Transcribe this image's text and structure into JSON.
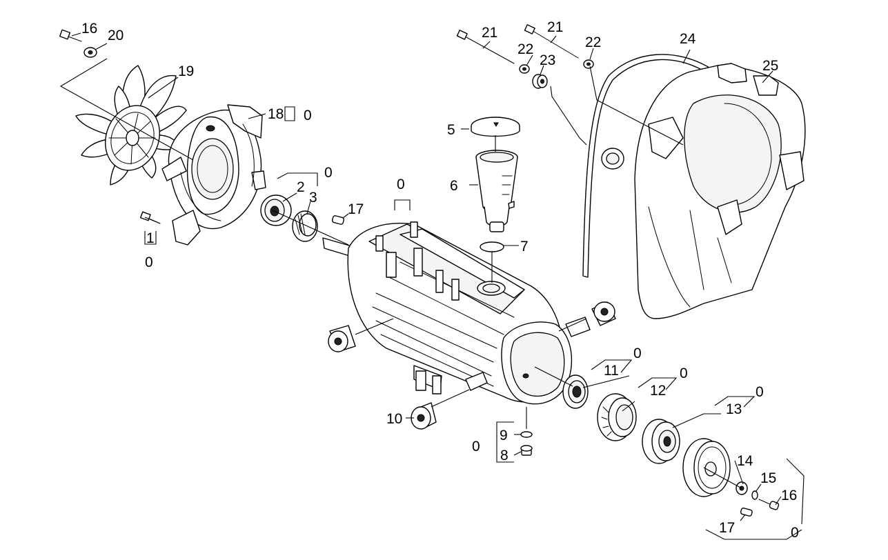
{
  "labels": [
    {
      "id": "l16a",
      "text": "16"
    },
    {
      "id": "l20",
      "text": "20"
    },
    {
      "id": "l19",
      "text": "19"
    },
    {
      "id": "l18",
      "text": "18"
    },
    {
      "id": "l18-0",
      "text": "0"
    },
    {
      "id": "l0-bearing",
      "text": "0"
    },
    {
      "id": "l2",
      "text": "2"
    },
    {
      "id": "l3",
      "text": "3"
    },
    {
      "id": "l17a",
      "text": "17"
    },
    {
      "id": "l1",
      "text": "1"
    },
    {
      "id": "l1-0",
      "text": "0"
    },
    {
      "id": "l0-housing",
      "text": "0"
    },
    {
      "id": "l5",
      "text": "5"
    },
    {
      "id": "l6",
      "text": "6"
    },
    {
      "id": "l7",
      "text": "7"
    },
    {
      "id": "l21a",
      "text": "21"
    },
    {
      "id": "l21b",
      "text": "21"
    },
    {
      "id": "l22a",
      "text": "22"
    },
    {
      "id": "l22b",
      "text": "22"
    },
    {
      "id": "l23",
      "text": "23"
    },
    {
      "id": "l24",
      "text": "24"
    },
    {
      "id": "l25",
      "text": "25"
    },
    {
      "id": "l11",
      "text": "11"
    },
    {
      "id": "l11-0",
      "text": "0"
    },
    {
      "id": "l12",
      "text": "12"
    },
    {
      "id": "l12-0",
      "text": "0"
    },
    {
      "id": "l13",
      "text": "13"
    },
    {
      "id": "l13-0",
      "text": "0"
    },
    {
      "id": "l10",
      "text": "10"
    },
    {
      "id": "l9",
      "text": "9"
    },
    {
      "id": "l8",
      "text": "8"
    },
    {
      "id": "l9-8-0",
      "text": "0"
    },
    {
      "id": "l14",
      "text": "14"
    },
    {
      "id": "l15",
      "text": "15"
    },
    {
      "id": "l16b",
      "text": "16"
    },
    {
      "id": "l17b",
      "text": "17"
    },
    {
      "id": "l-bottom-0",
      "text": "0"
    }
  ]
}
